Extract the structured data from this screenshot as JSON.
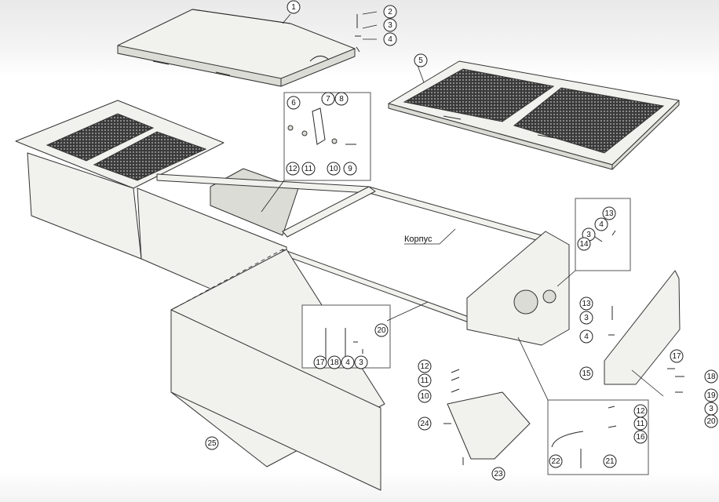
{
  "diagram": {
    "assembly_label": "Корпус",
    "callouts": [
      {
        "id": "c1",
        "text": "1"
      },
      {
        "id": "c2",
        "text": "2"
      },
      {
        "id": "c3a",
        "text": "3"
      },
      {
        "id": "c4a",
        "text": "4"
      },
      {
        "id": "c5",
        "text": "5"
      },
      {
        "id": "c6",
        "text": "6"
      },
      {
        "id": "c7",
        "text": "7"
      },
      {
        "id": "c8",
        "text": "8"
      },
      {
        "id": "c12a",
        "text": "12"
      },
      {
        "id": "c11a",
        "text": "11"
      },
      {
        "id": "c10a",
        "text": "10"
      },
      {
        "id": "c9",
        "text": "9"
      },
      {
        "id": "c13a",
        "text": "13"
      },
      {
        "id": "c4b",
        "text": "4"
      },
      {
        "id": "c3b",
        "text": "3"
      },
      {
        "id": "c14",
        "text": "14"
      },
      {
        "id": "c13b",
        "text": "13"
      },
      {
        "id": "c3c",
        "text": "3"
      },
      {
        "id": "c4c",
        "text": "4"
      },
      {
        "id": "c15",
        "text": "15"
      },
      {
        "id": "c17a",
        "text": "17"
      },
      {
        "id": "c18a",
        "text": "18"
      },
      {
        "id": "c19",
        "text": "19"
      },
      {
        "id": "c3d",
        "text": "3"
      },
      {
        "id": "c20a",
        "text": "20"
      },
      {
        "id": "c17b",
        "text": "17"
      },
      {
        "id": "c18b",
        "text": "18"
      },
      {
        "id": "c4d",
        "text": "4"
      },
      {
        "id": "c3e",
        "text": "3"
      },
      {
        "id": "c20b",
        "text": "20"
      },
      {
        "id": "c12b",
        "text": "12"
      },
      {
        "id": "c11b",
        "text": "11"
      },
      {
        "id": "c10b",
        "text": "10"
      },
      {
        "id": "c24",
        "text": "24"
      },
      {
        "id": "c23",
        "text": "23"
      },
      {
        "id": "c12c",
        "text": "12"
      },
      {
        "id": "c11c",
        "text": "11"
      },
      {
        "id": "c16",
        "text": "16"
      },
      {
        "id": "c22",
        "text": "22"
      },
      {
        "id": "c21",
        "text": "21"
      },
      {
        "id": "c25",
        "text": "25"
      }
    ]
  }
}
